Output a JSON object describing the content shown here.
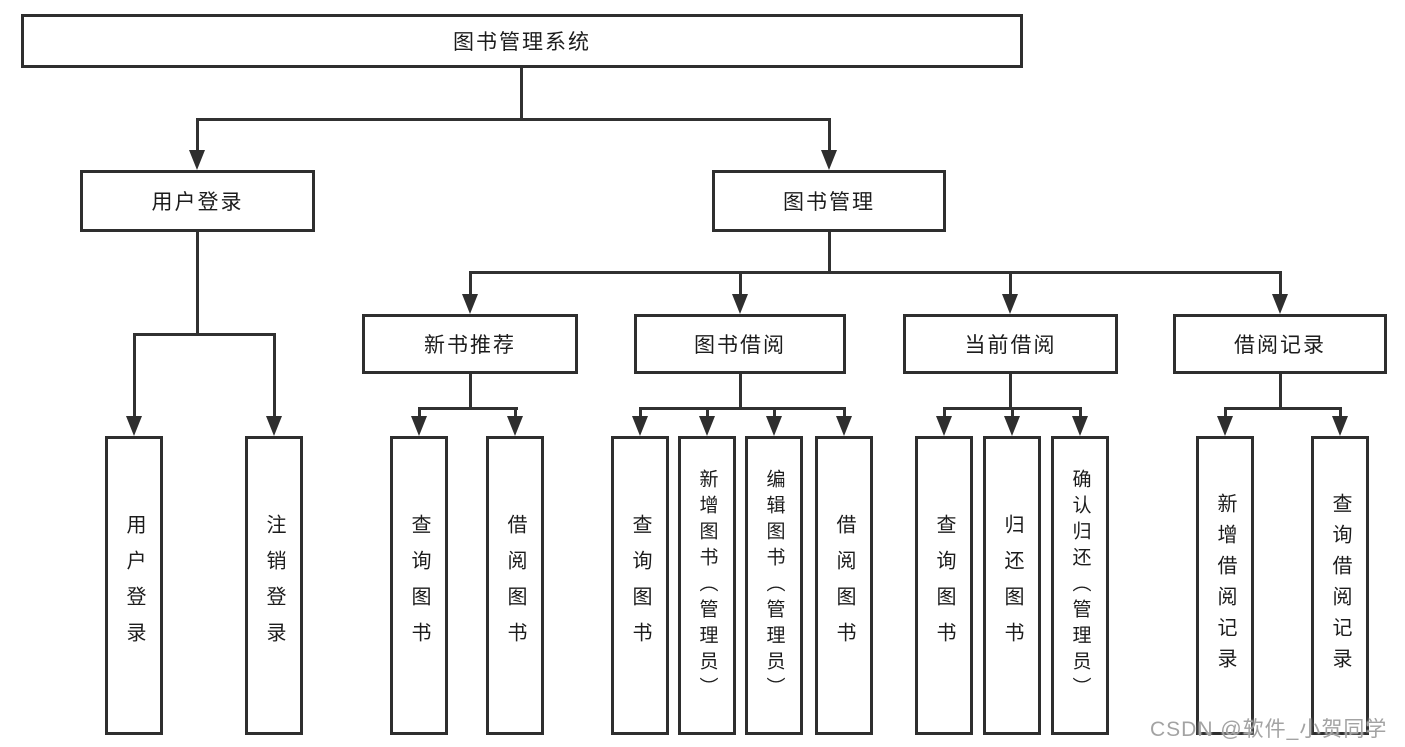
{
  "colors": {
    "line": "#313131",
    "box_border": "#2e2e2e",
    "text": "#1c1c1c",
    "watermark": "#a3a3a3",
    "background": "#ffffff"
  },
  "watermark": {
    "text": "CSDN @软件_小贺同学"
  },
  "diagram": {
    "type": "hierarchy-tree",
    "root": {
      "label": "图书管理系统"
    },
    "branches": [
      {
        "label": "用户登录",
        "children": [
          {
            "label": "用户登录"
          },
          {
            "label": "注销登录"
          }
        ]
      },
      {
        "label": "图书管理",
        "children": [
          {
            "label": "新书推荐",
            "children": [
              {
                "label": "查询图书"
              },
              {
                "label": "借阅图书"
              }
            ]
          },
          {
            "label": "图书借阅",
            "children": [
              {
                "label": "查询图书"
              },
              {
                "label": "新增图书（管理员）"
              },
              {
                "label": "编辑图书（管理员）"
              },
              {
                "label": "借阅图书"
              }
            ]
          },
          {
            "label": "当前借阅",
            "children": [
              {
                "label": "查询图书"
              },
              {
                "label": "归还图书"
              },
              {
                "label": "确认归还（管理员）"
              }
            ]
          },
          {
            "label": "借阅记录",
            "children": [
              {
                "label": "新增借阅记录"
              },
              {
                "label": "查询借阅记录"
              }
            ]
          }
        ]
      }
    ]
  }
}
